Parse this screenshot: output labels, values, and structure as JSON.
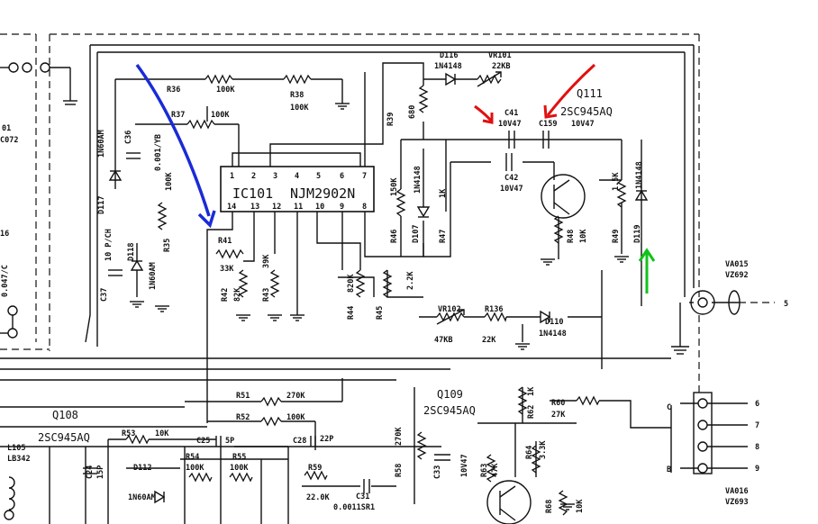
{
  "ic": {
    "ref": "IC101",
    "part": "NJM2902N",
    "pins_top": [
      "1",
      "2",
      "3",
      "4",
      "5",
      "6",
      "7"
    ],
    "pins_bottom": [
      "14",
      "13",
      "12",
      "11",
      "10",
      "9",
      "8"
    ]
  },
  "transistors": [
    {
      "ref": "Q111",
      "part": "2SC945AQ"
    },
    {
      "ref": "Q109",
      "part": "2SC945AQ"
    },
    {
      "ref": "Q108",
      "part": "2SC945AQ"
    }
  ],
  "resistors": [
    {
      "ref": "R36",
      "val": "100K"
    },
    {
      "ref": "R37",
      "val": "100K"
    },
    {
      "ref": "R38",
      "val": "100K"
    },
    {
      "ref": "R39",
      "val": "680"
    },
    {
      "ref": "R35",
      "val": "100K"
    },
    {
      "ref": "R41",
      "val": "33K"
    },
    {
      "ref": "R42",
      "val": "82K"
    },
    {
      "ref": "R43",
      "val": "39K"
    },
    {
      "ref": "R44",
      "val": "820K"
    },
    {
      "ref": "R45",
      "val": "2.2K"
    },
    {
      "ref": "R46",
      "val": "150K"
    },
    {
      "ref": "R47",
      "val": "1K"
    },
    {
      "ref": "R48",
      "val": "10K"
    },
    {
      "ref": "R49",
      "val": "1.5K"
    },
    {
      "ref": "R51",
      "val": "270K"
    },
    {
      "ref": "R52",
      "val": "100K"
    },
    {
      "ref": "R53",
      "val": "10K"
    },
    {
      "ref": "R54",
      "val": "100K"
    },
    {
      "ref": "R55",
      "val": "100K"
    },
    {
      "ref": "R59",
      "val": "22.0K"
    },
    {
      "ref": "R58",
      "val": "270K"
    },
    {
      "ref": "R60",
      "val": "27K"
    },
    {
      "ref": "R62",
      "val": "1K"
    },
    {
      "ref": "R63",
      "val": "47K"
    },
    {
      "ref": "R64",
      "val": "3.3K"
    },
    {
      "ref": "R68",
      "val": "10K"
    },
    {
      "ref": "R136",
      "val": "22K"
    }
  ],
  "capacitors": [
    {
      "ref": "C41",
      "val": "10V47"
    },
    {
      "ref": "C159",
      "val": "10V47"
    },
    {
      "ref": "C42",
      "val": "10V47"
    },
    {
      "ref": "C36",
      "val": "0.001/YB"
    },
    {
      "ref": "C37",
      "val": "10 P/CH"
    },
    {
      "ref": "C25",
      "val": "5P"
    },
    {
      "ref": "C28",
      "val": "22P"
    },
    {
      "ref": "C31",
      "val": "0.0011SR1"
    },
    {
      "ref": "C33",
      "val": "10V47"
    },
    {
      "ref": "C24",
      "val": "15P"
    }
  ],
  "diodes": [
    {
      "ref": "D116",
      "val": "1N4148"
    },
    {
      "ref": "D117",
      "val": "1N60AM"
    },
    {
      "ref": "D118",
      "val": "1N60AM"
    },
    {
      "ref": "D107",
      "val": "1N4148"
    },
    {
      "ref": "D119",
      "val": "1N4148"
    },
    {
      "ref": "D110",
      "val": "1N4148"
    },
    {
      "ref": "D112",
      "val": "1N60AM"
    }
  ],
  "pots": [
    {
      "ref": "VR101",
      "val": "22KB"
    },
    {
      "ref": "VR102",
      "val": "47KB"
    }
  ],
  "connectors": [
    {
      "ref": "VA015",
      "part": "VZ692",
      "pin": "5"
    },
    {
      "ref": "VA016",
      "part": "VZ693",
      "pins": [
        "C",
        "B",
        "6",
        "7",
        "8",
        "9"
      ]
    }
  ],
  "misc": {
    "l105": "L105",
    "lb342": "LB342",
    "edge_left1": "01",
    "edge_left2": "C072",
    "edge_left3": "16",
    "edge_left4": "0.047/C"
  },
  "annotations": [
    {
      "name": "blue-arrow",
      "color": "#1a2bd6"
    },
    {
      "name": "red-arrow-1",
      "color": "#e01010"
    },
    {
      "name": "red-arrow-2",
      "color": "#e01010"
    },
    {
      "name": "green-arrow",
      "color": "#12c21a"
    }
  ]
}
